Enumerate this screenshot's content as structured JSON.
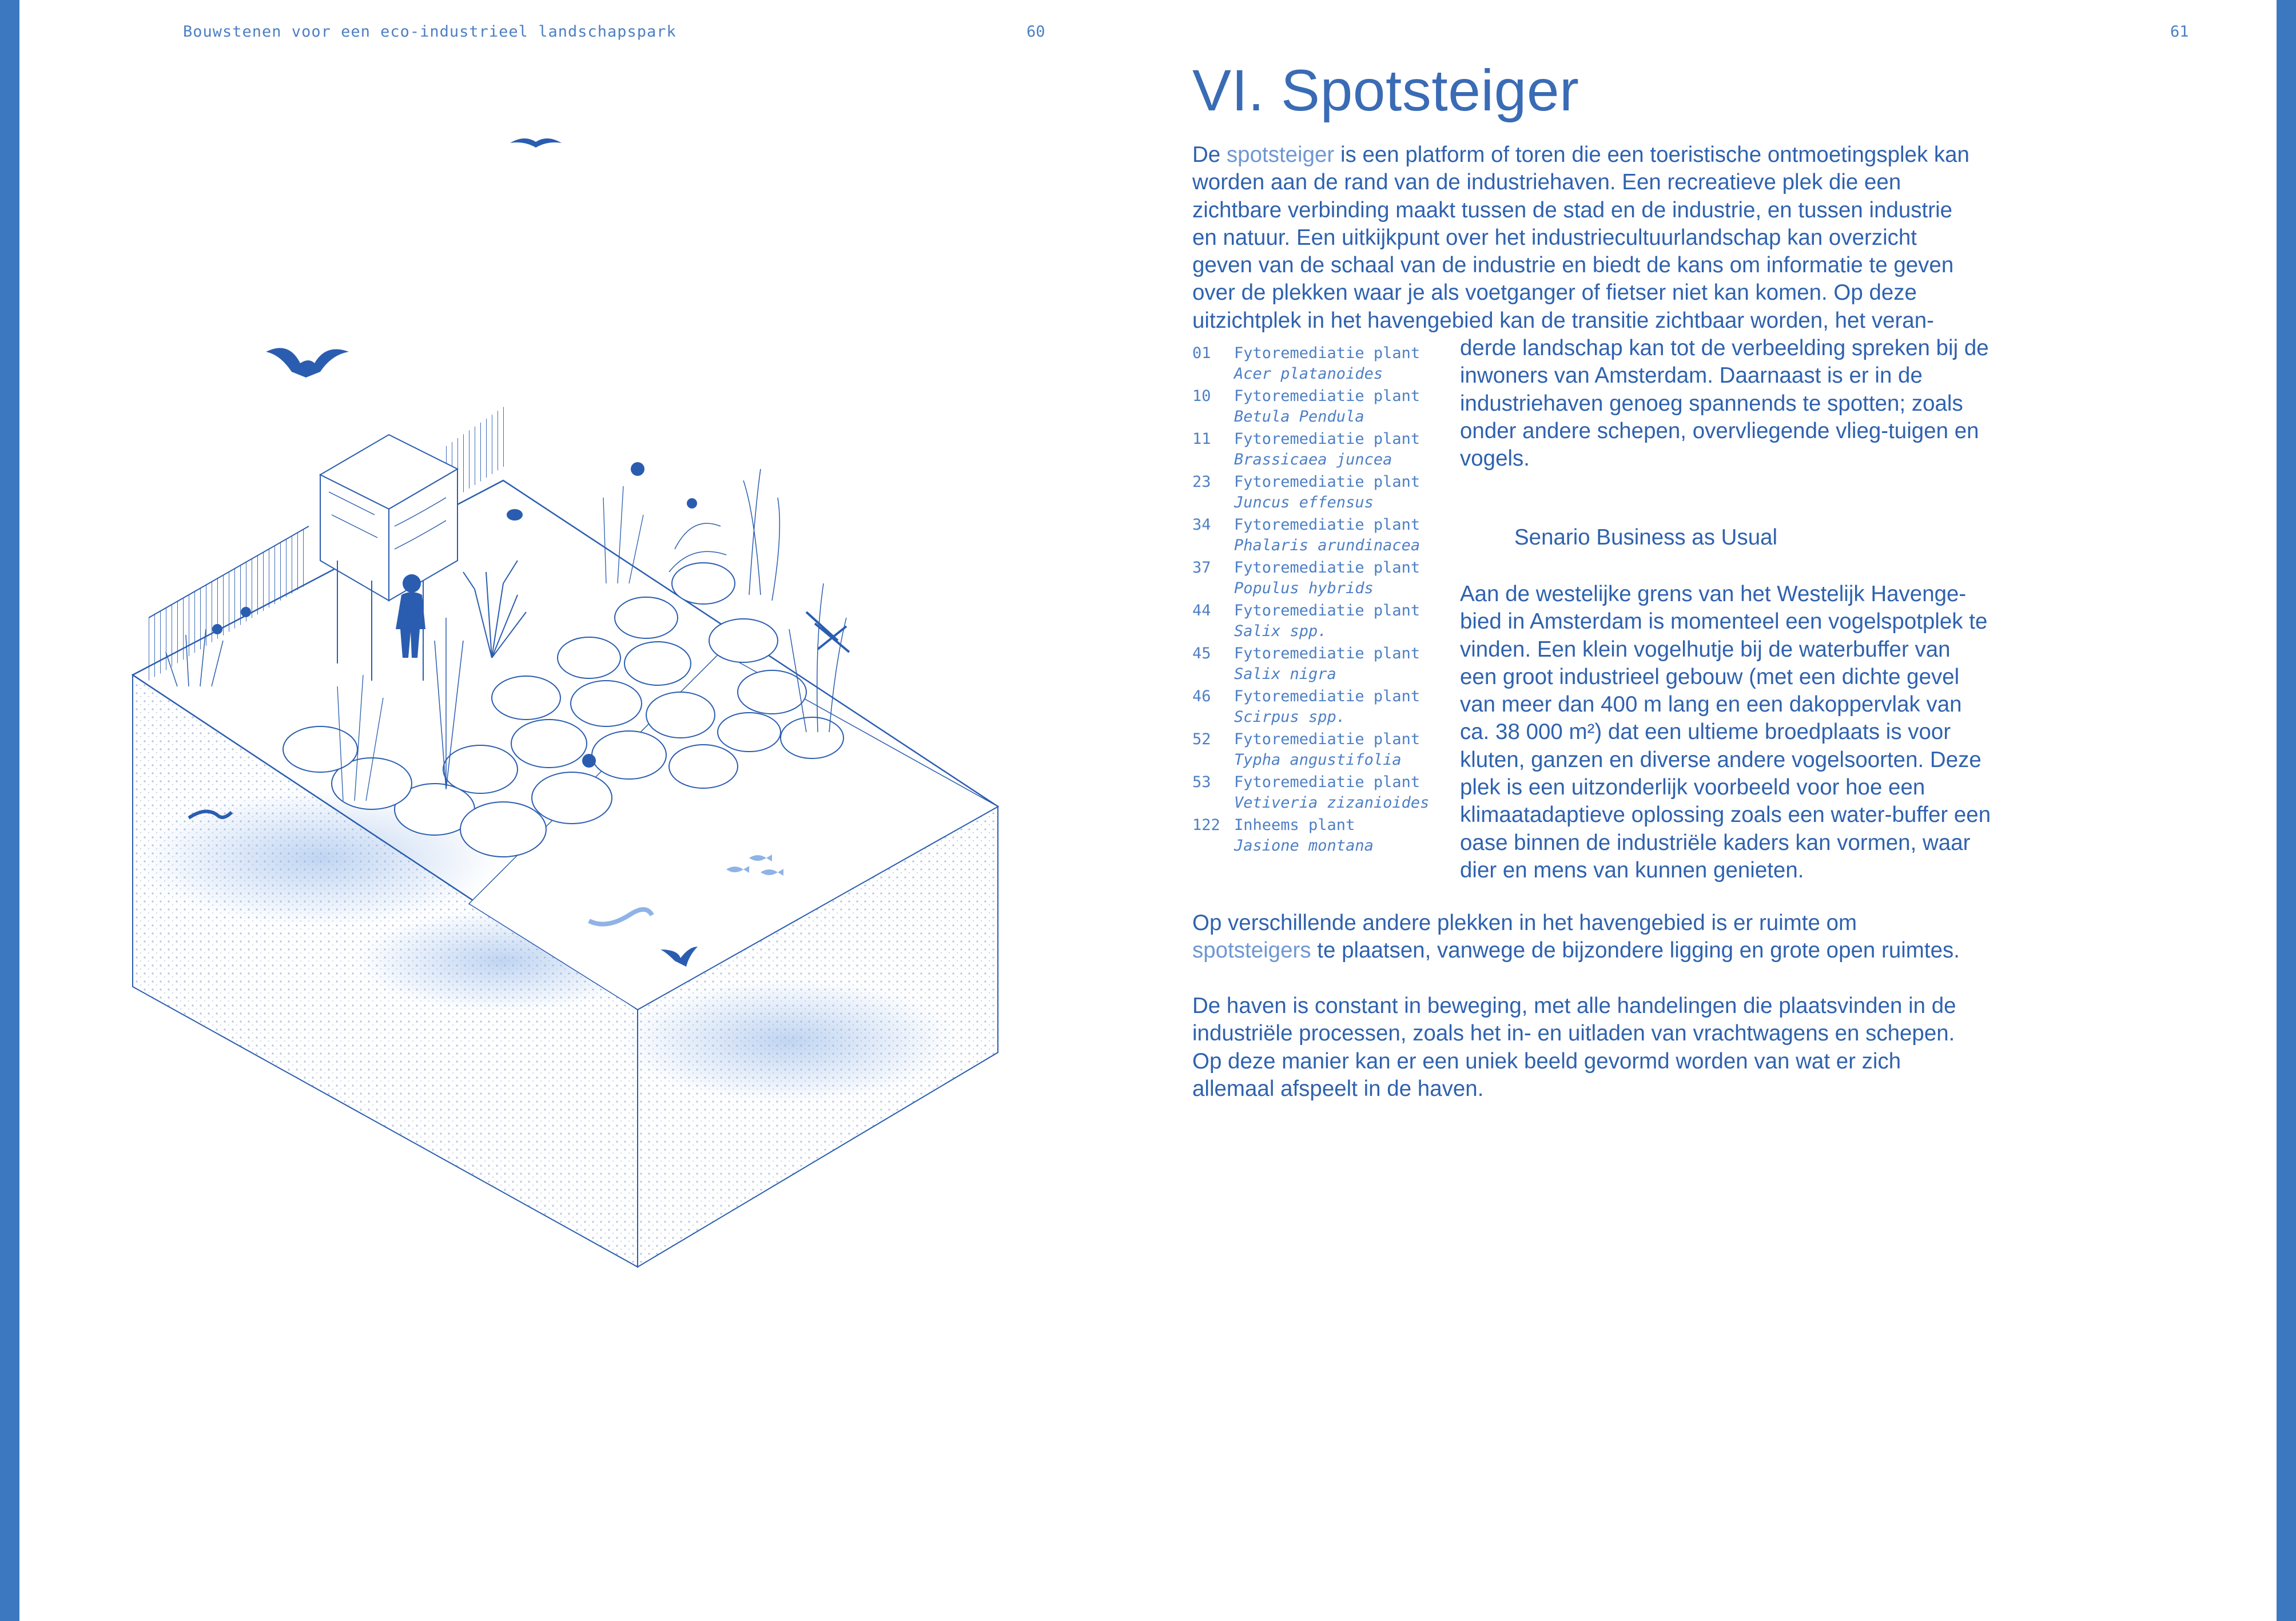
{
  "header": {
    "running_title": "Bouwstenen voor een eco-industrieel landschapspark",
    "page_left": "60",
    "page_right": "61"
  },
  "title": "VI. Spotsteiger",
  "intro": {
    "word_de": "De",
    "term": "spotsteiger",
    "rest": " is een platform of toren die een toeristische ontmoetingsplek kan worden aan de rand van de industriehaven. Een recreatieve plek die een zichtbare verbinding maakt tussen de stad en de industrie, en tussen industrie en natuur. Een uitkijkpunt over het industriecultuurlandschap kan overzicht geven van de schaal van de industrie en biedt de kans om informatie te geven over de plekken waar je als voetganger of fietser niet kan komen. Op deze uitzichtplek in het havengebied kan de transitie zichtbaar worden, het veran-"
  },
  "continuation": "derde landschap kan tot de verbeelding spreken bij de inwoners van Amsterdam. Daarnaast is er in de industriehaven genoeg spannends te spotten; zoals onder andere schepen, overvliegende vlieg-tuigen en vogels.",
  "subheading": "Senario Business as Usual",
  "scenario_text": "Aan de westelijke grens van het Westelijk Havenge-bied in Amsterdam is momenteel een vogelspotplek te vinden. Een klein vogelhutje bij de waterbuffer van een groot industrieel gebouw (met een dichte gevel van meer dan 400 m lang en een dakoppervlak van ca. 38 000 m²) dat een ultieme broedplaats is voor kluten, ganzen en diverse andere vogelsoorten. Deze plek is een uitzonderlijk voorbeeld voor hoe een klimaatadaptieve oplossing zoals een water-buffer een oase binnen de industriële kaders kan vormen, waar dier en mens van kunnen genieten.",
  "bottom1": {
    "text": "Op verschillende andere plekken in het havengebied is er ruimte om ",
    "term": "spotsteigers",
    "rest": " te plaatsen, vanwege de bijzondere ligging en grote open ruimtes."
  },
  "bottom2": "De haven is constant in beweging, met alle handelingen die plaatsvinden in de industriële processen, zoals het in- en uitladen van vrachtwagens en schepen. Op deze manier kan er een uniek beeld gevormd worden van wat er zich allemaal afspeelt in de haven.",
  "plants": [
    {
      "num": "01",
      "name": "Fytoremediatie plant",
      "latin": "Acer platanoides"
    },
    {
      "num": "10",
      "name": "Fytoremediatie plant",
      "latin": "Betula Pendula"
    },
    {
      "num": "11",
      "name": "Fytoremediatie plant",
      "latin": "Brassicaea juncea"
    },
    {
      "num": "23",
      "name": "Fytoremediatie plant",
      "latin": "Juncus effensus"
    },
    {
      "num": "34",
      "name": "Fytoremediatie plant",
      "latin": "Phalaris arundinacea"
    },
    {
      "num": "37",
      "name": "Fytoremediatie plant",
      "latin": "Populus hybrids"
    },
    {
      "num": "44",
      "name": "Fytoremediatie plant",
      "latin": "Salix spp."
    },
    {
      "num": "45",
      "name": "Fytoremediatie plant",
      "latin": "Salix nigra"
    },
    {
      "num": "46",
      "name": "Fytoremediatie plant",
      "latin": "Scirpus spp."
    },
    {
      "num": "52",
      "name": "Fytoremediatie plant",
      "latin": "Typha angustifolia"
    },
    {
      "num": "53",
      "name": "Fytoremediatie plant",
      "latin": "Vetiveria zizanioides"
    },
    {
      "num": "122",
      "name": "Inheems plant",
      "latin": "Jasione montana"
    }
  ],
  "colors": {
    "border": "#3b78c0",
    "text": "#2f62ae",
    "highlight": "#6f97d2",
    "drawing": "#2a5db0"
  }
}
